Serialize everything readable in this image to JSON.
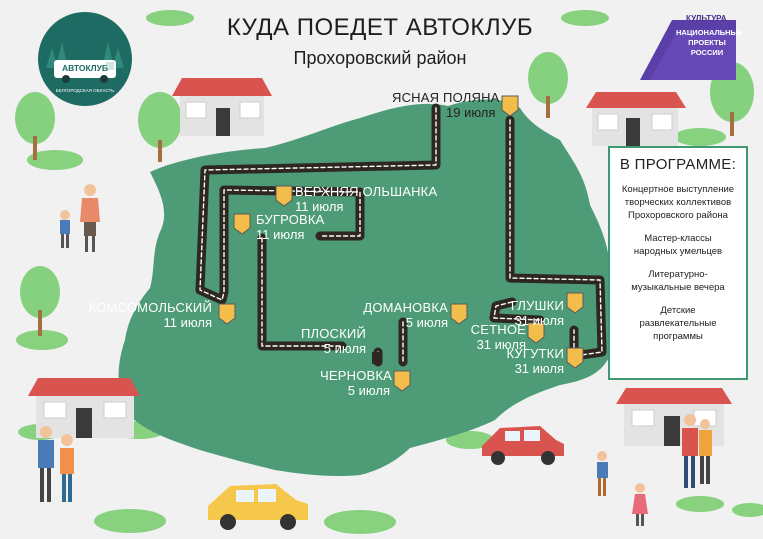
{
  "header": {
    "title": "КУДА ПОЕДЕТ АВТОКЛУБ",
    "subtitle": "Прохоровский район"
  },
  "logo": {
    "main": "АВТОКЛУБ",
    "region": "БЕЛГОРОДСКАЯ ОБЛАСТЬ"
  },
  "badge": {
    "category": "КУЛЬТУРА",
    "line1": "НАЦИОНАЛЬНЫЕ",
    "line2": "ПРОЕКТЫ",
    "line3": "РОССИИ"
  },
  "places": [
    {
      "name": "ЯСНАЯ ПОЛЯНА",
      "date": "19 июля"
    },
    {
      "name": "ВЕРХНЯЯ ОЛЬШАНКА",
      "date": "11 июля"
    },
    {
      "name": "БУГРОВКА",
      "date": "11 июля"
    },
    {
      "name": "КОМСОМОЛЬСКИЙ",
      "date": "11 июля"
    },
    {
      "name": "ДОМАНОВКА",
      "date": "5 июля"
    },
    {
      "name": "ПЛОСКИЙ",
      "date": "5 июля"
    },
    {
      "name": "ЧЕРНОВКА",
      "date": "5 июля"
    },
    {
      "name": "ГЛУШКИ",
      "date": "31 июля"
    },
    {
      "name": "СЕТНОЕ",
      "date": "31 июля"
    },
    {
      "name": "КУГУТКИ",
      "date": "31 июля"
    }
  ],
  "program": {
    "heading": "В ПРОГРАММЕ:",
    "items": [
      "Концертное выступление творческих коллективов Прохоровского района",
      "Мастер-классы народных умельцев",
      "Литературно-музыкальные вечера",
      "Детские развлекательные программы"
    ]
  },
  "colors": {
    "background": "#f1f1f1",
    "map_fill": "#4d9c77",
    "road": "#2e2620",
    "road_dash": "#ffffff",
    "marker": "#f2bd4b",
    "roof": "#d9534f",
    "tree": "#85d180",
    "badge": "#5b3fa8"
  },
  "icons": [
    "map-pin-icon",
    "house-icon",
    "tree-icon",
    "car-icon",
    "person-icon",
    "bus-icon"
  ]
}
